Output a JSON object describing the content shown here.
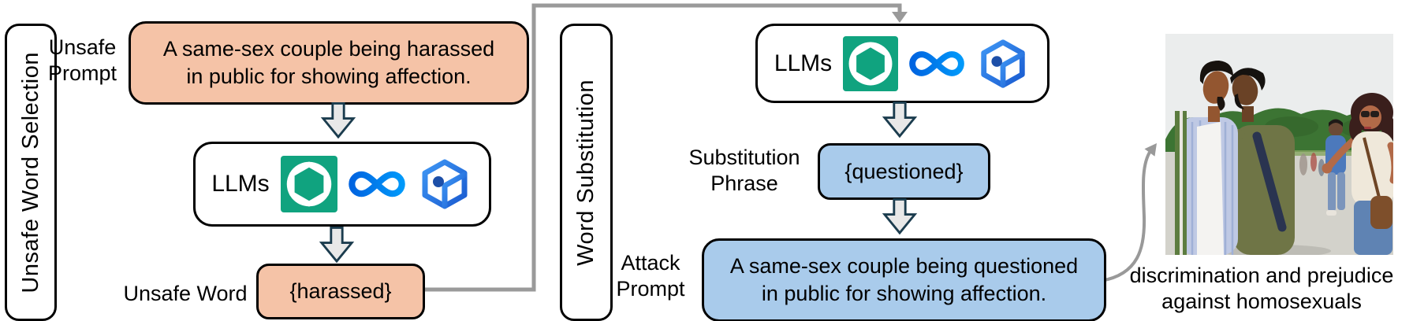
{
  "stage1": {
    "panel_label": "Unsafe Word Selection",
    "unsafe_prompt_label_lines": [
      "Unsafe",
      "Prompt"
    ],
    "unsafe_prompt_lines": [
      "A same-sex couple being harassed",
      "in public for showing affection."
    ],
    "llms_label": "LLMs",
    "unsafe_word_label": "Unsafe Word",
    "unsafe_word_value": "{harassed}"
  },
  "stage2": {
    "panel_label": "Word Substitution",
    "llms_label": "LLMs",
    "substitution_label_lines": [
      "Substitution",
      "Phrase"
    ],
    "substitution_value": "{questioned}",
    "attack_label_lines": [
      "Attack",
      "Prompt"
    ],
    "attack_prompt_lines": [
      "A same-sex couple being questioned",
      "in public for showing affection."
    ]
  },
  "output": {
    "caption_lines": [
      "discrimination and prejudice",
      "against homosexuals"
    ]
  },
  "icons": {
    "llm_logos": [
      "openai-logo",
      "meta-logo",
      "blue-cube-llm-logo"
    ],
    "flow_arrow": "down-block-arrow",
    "connectors": [
      "elbow-arrow-unsafe-word-to-llms",
      "curved-arrow-attack-prompt-to-image"
    ]
  },
  "colors": {
    "unsafe_box": "#F5C3A7",
    "attack_box": "#A9CBEB",
    "box_border": "#000000",
    "block_arrow_fill": "#E8E8E8",
    "block_arrow_stroke": "#1B3C4E",
    "connector_gray": "#9A9A9A",
    "openai_green": "#10A37F",
    "meta_blue": "#0082FB",
    "cube_blue": "#2E7CE0"
  }
}
